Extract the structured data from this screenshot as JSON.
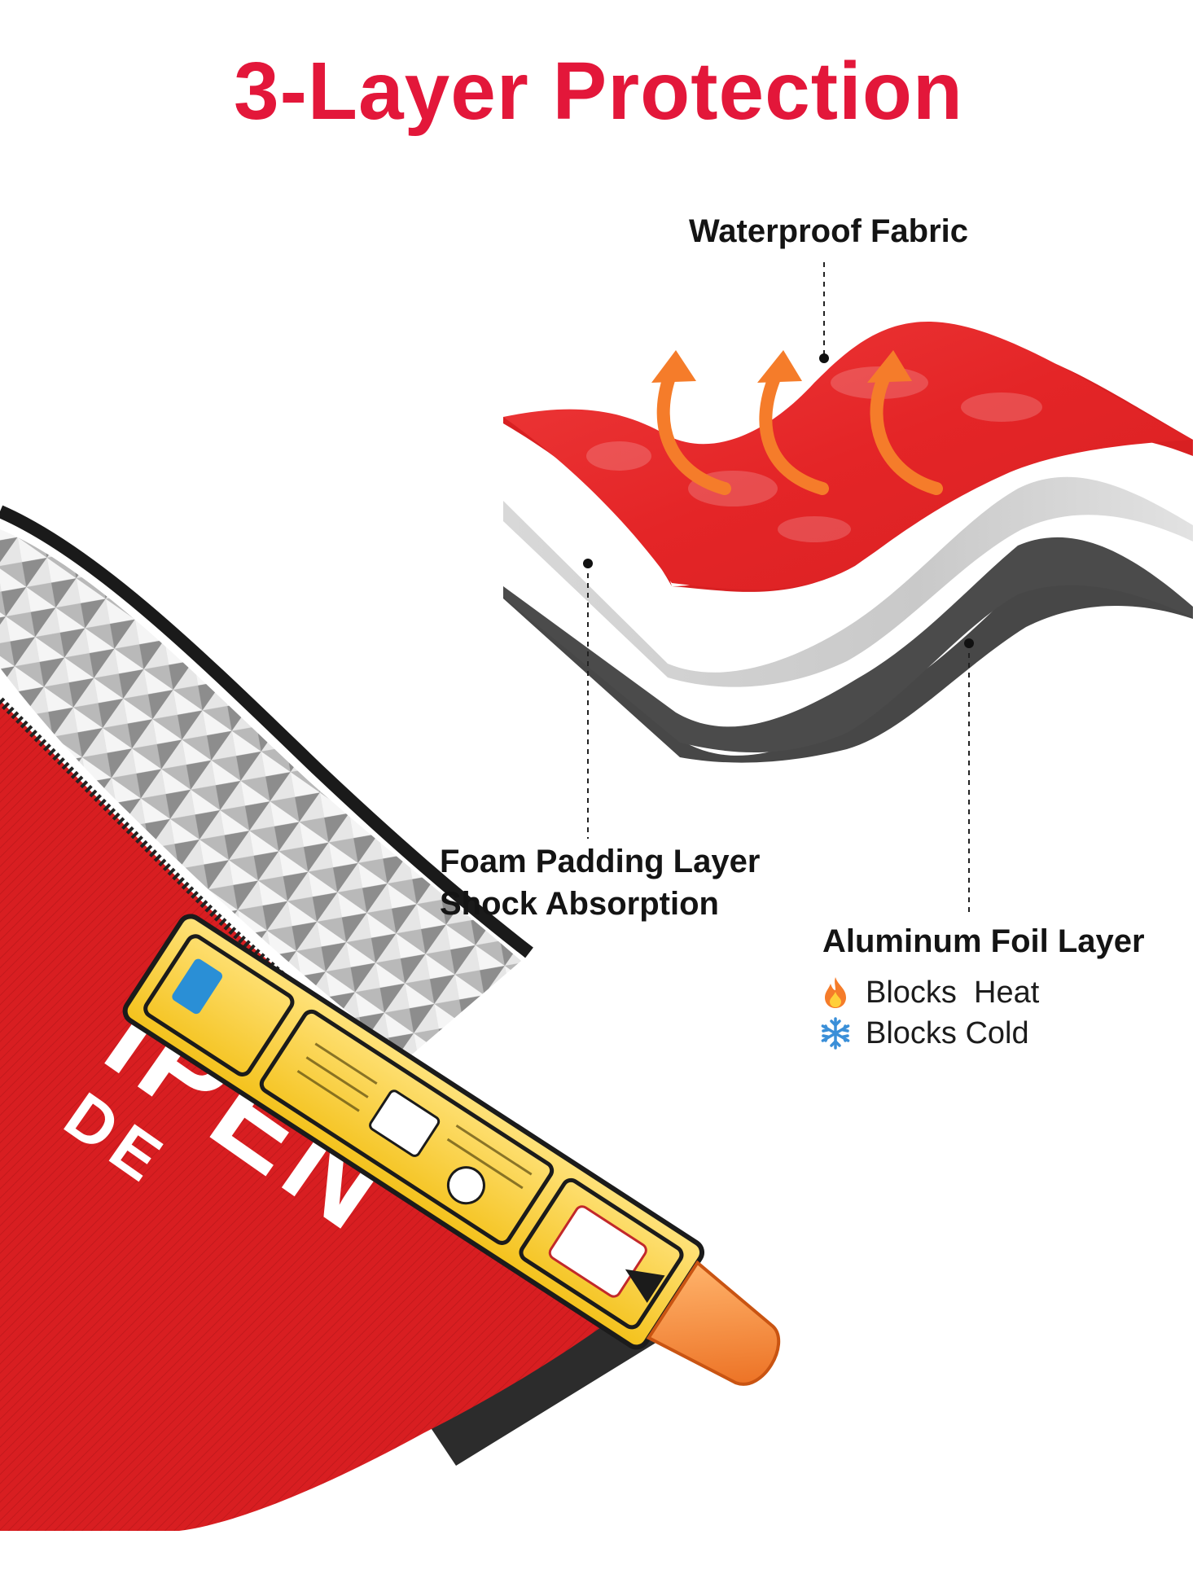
{
  "title": "3-Layer Protection",
  "colors": {
    "title": "#e3173a",
    "fabric_red": "#e8292c",
    "foam_gray": "#cfcfcf",
    "foil_dark": "#4a4a4a",
    "heat_arrow": "#f57c2a",
    "pouch_red": "#d81e21"
  },
  "labels": {
    "waterproof": "Waterproof Fabric",
    "foam_line1": "Foam Padding Layer",
    "foam_line2": "Shock Absorption",
    "aluminum": "Aluminum Foil Layer",
    "blocks_heat": "Blocks  Heat",
    "blocks_cold": "Blocks Cold"
  },
  "pouch_print": {
    "line1": "IPEN",
    "line2": "DE"
  },
  "icons": {
    "heat": "fire-icon",
    "cold": "snowflake-icon"
  }
}
